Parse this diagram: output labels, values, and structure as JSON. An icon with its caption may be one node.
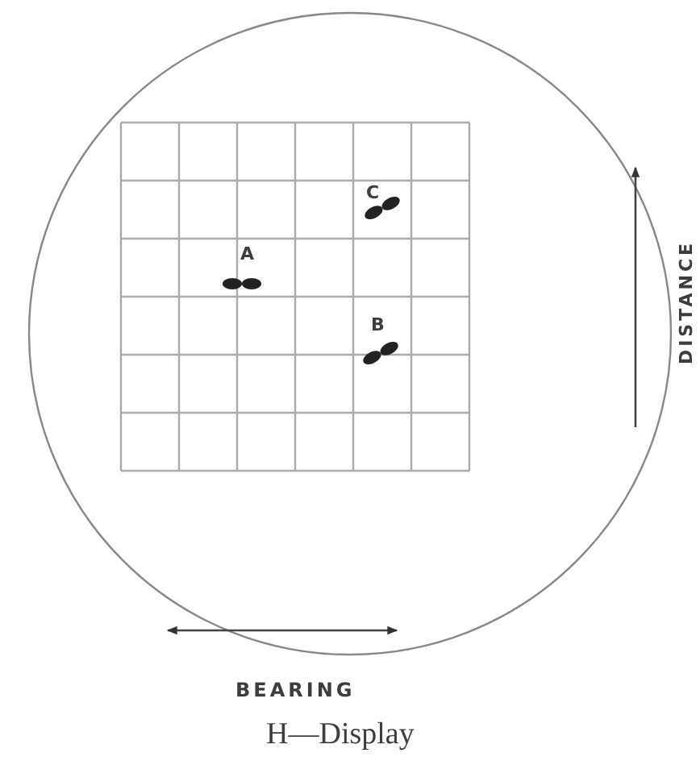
{
  "diagram": {
    "caption": "H—Display",
    "labels": [
      "C",
      "A",
      "B",
      "DISTANCE",
      "BEARING"
    ]
  }
}
